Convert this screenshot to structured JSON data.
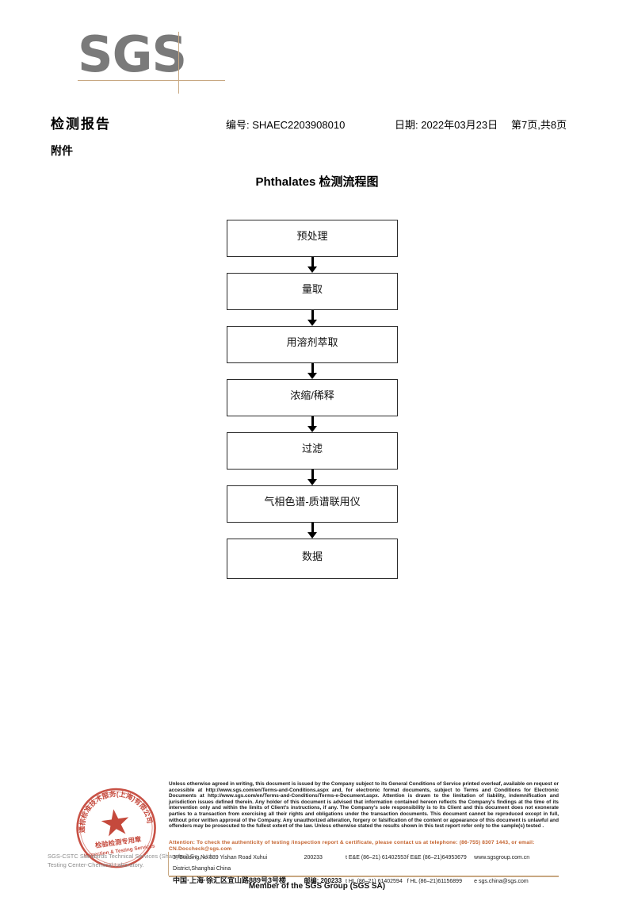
{
  "logo": {
    "text": "SGS",
    "rule_color": "#c8a882",
    "text_color": "#7a7a7a"
  },
  "header": {
    "title": "检测报告",
    "subtitle": "附件",
    "report_no": "编号: SHAEC2203908010",
    "date": "日期: 2022年03月23日",
    "page": "第7页,共8页"
  },
  "chart": {
    "title": "Phthalates 检测流程图",
    "nodes": [
      {
        "label": "预处理"
      },
      {
        "label": "量取"
      },
      {
        "label": "用溶剂萃取"
      },
      {
        "label": "浓缩/稀释"
      },
      {
        "label": "过滤"
      },
      {
        "label": "气相色谱-质谱联用仪"
      },
      {
        "label": "数据"
      }
    ]
  },
  "stamp": {
    "ring_top_text": "通标标准技术服务(上海)有限公司",
    "line1": "检验检测专用章",
    "line2": "Inspection & Testing Services",
    "color": "#c0392b"
  },
  "entity": {
    "line1": "SGS-CSTC Standards Technical Services (Shanghai) Co., Ltd.",
    "line2": "Testing Center-Chemical Laboratory."
  },
  "footer": {
    "legal": "Unless otherwise agreed in writing, this document is issued by the Company subject to its General Conditions of Service printed overleaf, available on request or accessible at http://www.sgs.com/en/Terms-and-Conditions.aspx and, for electronic format documents, subject to Terms and Conditions for Electronic Documents at http://www.sgs.com/en/Terms-and-Conditions/Terms-e-Document.aspx. Attention is drawn to the limitation of liability, indemnification and jurisdiction issues defined therein. Any holder of this document is advised that information contained hereon reflects the Company's findings at the time of its intervention only and within the limits of Client's instructions, if any. The Company's sole responsibility is to its Client and this document does not exonerate parties to a transaction from exercising all their rights and obligations under the transaction documents. This document cannot be reproduced except in full, without prior written approval of the Company. Any unauthorized alteration, forgery or falsification of the content or appearance of this document is unlawful and offenders may be prosecuted to the fullest extent of the law. Unless otherwise stated the results shown in this test report refer only to the sample(s) tested .",
    "attention": "Attention: To check the authenticity of testing /inspection report & certificate, please contact us at telephone: (86-755) 8307 1443, or email: CN.Doccheck@sgs.com",
    "attention_color": "#c4622d",
    "address": {
      "en_line": "3ʳᵈBuilding,No.889 Yishan Road Xuhui District,Shanghai China",
      "en_zip": "200233",
      "en_tel": "t E&E (86–21) 61402553",
      "en_fax": "f E&E (86–21)64953679",
      "en_web": "www.sgsgroup.com.cn",
      "cn_line": "中国·上海·徐汇区宜山路889号3号楼",
      "cn_zip_label": "邮编: 200233",
      "cn_tel": "t HL (86–21) 61402594",
      "cn_fax": "f HL (86–21)61156899",
      "cn_email": "e  sgs.china@sgs.com"
    },
    "member": "Member of the SGS Group (SGS SA)"
  }
}
